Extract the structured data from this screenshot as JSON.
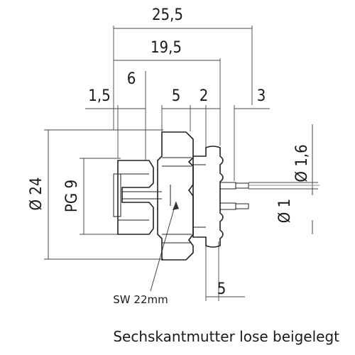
{
  "dimensions": {
    "overall_length": "25,5",
    "body_length": "19,5",
    "flange_offset": "1,5",
    "thread_length": "6",
    "nut_width": "5",
    "washer_width": "2",
    "pin_length": "3",
    "pin_diameter": "Ø 1,6",
    "outer_diameter": "Ø 24",
    "thread_spec": "PG 9",
    "pin_small_diameter": "Ø 1",
    "panel_thickness": "5"
  },
  "wrench_size": "SW 22mm",
  "caption": "Sechskantmutter lose beigelegt"
}
